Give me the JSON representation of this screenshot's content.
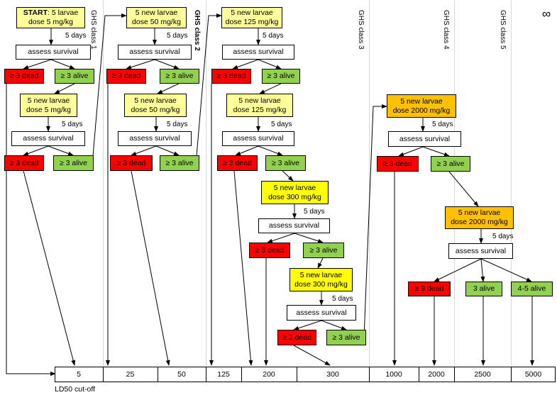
{
  "start_box": {
    "bold": "START",
    "line1_rest": ": 5 larvae",
    "line2": "dose 5 mg/kg"
  },
  "new_larvae": "5 new larvae",
  "doses": {
    "d5": "dose 5 mg/kg",
    "d50": "dose 50 mg/kg",
    "d125": "dose 125 mg/kg",
    "d300": "dose 300 mg/kg",
    "d2000": "dose 2000 mg/kg"
  },
  "five_days": "5 days",
  "assess": "assess survival",
  "dead_label": "≥ 3 dead",
  "alive_label": "≥ 3 alive",
  "alive_3": "3 alive",
  "alive_45": "4-5 alive",
  "ghs": {
    "c1": "GHS class 1",
    "c2": "GHS class 2",
    "c3": "GHS class 3",
    "c4": "GHS class 4",
    "c5": "GHS class 5",
    "infinity": "∞"
  },
  "axis": {
    "ticks": [
      "5",
      "25",
      "50",
      "125",
      "200",
      "300",
      "1000",
      "2000",
      "2500",
      "5000"
    ],
    "caption": "LD50 cut-off"
  },
  "colors": {
    "start_fill": "#ffff99",
    "dose_fill": "#ffff99",
    "dose300_fill": "#ffff00",
    "dose2000_fill": "#ffc000",
    "dead_fill": "#ff0000",
    "alive_fill": "#92d050"
  }
}
